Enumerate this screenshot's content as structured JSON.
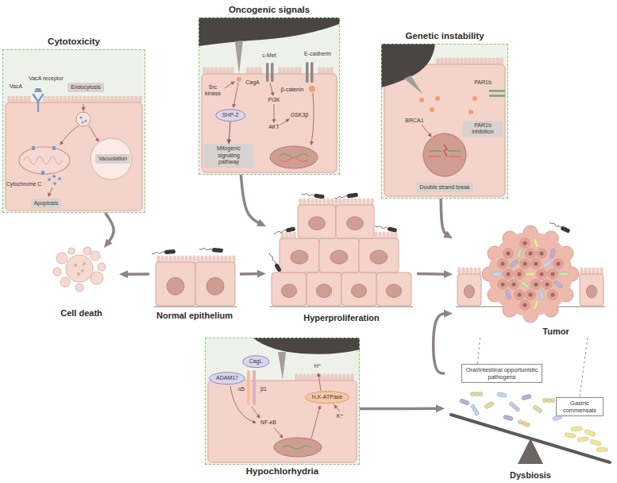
{
  "diagram": {
    "nodes": [
      {
        "text": [
          "Cytotoxicity"
        ]
      },
      {
        "text": [
          "Endocytosis"
        ],
        "in": 0
      },
      {
        "text": [
          "Vacuolation"
        ],
        "in": 0
      },
      {
        "text": [
          "Apoptosis"
        ],
        "in": 0
      },
      {
        "text": [
          "Oncogenic signals"
        ]
      },
      {
        "text": [
          "SHP-2"
        ],
        "in": 4
      },
      {
        "text": [
          "Mitogenic signaling pathway"
        ],
        "in": 4
      },
      {
        "text": [
          "Genetic instability"
        ]
      },
      {
        "text": [
          "PAR1b inhibition"
        ],
        "in": 7
      },
      {
        "text": [
          "Double strand break"
        ],
        "in": 7
      },
      {
        "text": [
          "Cell death"
        ]
      },
      {
        "text": [
          "Normal epithelium"
        ]
      },
      {
        "text": [
          "Hyperproliferation"
        ]
      },
      {
        "text": [
          "Tumor"
        ]
      },
      {
        "text": [
          "Hypochlorhydria"
        ]
      },
      {
        "text": [
          "CagL"
        ],
        "in": 14
      },
      {
        "text": [
          "ADAM17"
        ],
        "in": 14
      },
      {
        "text": [
          "H,K-ATPase"
        ],
        "in": 14
      },
      {
        "text": [
          "Dysbiosis"
        ]
      },
      {
        "text": [
          "Oral/intestinal opportunistic pathogens"
        ],
        "in": 18
      },
      {
        "text": [
          "Gastric commensals"
        ],
        "in": 18
      }
    ],
    "edges": [
      {
        "from": 11,
        "to": 10,
        "arrow": "to"
      },
      {
        "from": 11,
        "to": 12,
        "arrow": "to"
      },
      {
        "from": 12,
        "to": 13,
        "arrow": "to"
      },
      {
        "from": 0,
        "to": 10,
        "arrow": "to"
      },
      {
        "from": 4,
        "to": 12,
        "arrow": "to"
      },
      {
        "from": 7,
        "to": 13,
        "arrow": "to"
      },
      {
        "from": 14,
        "to": 18,
        "arrow": "to"
      },
      {
        "from": 18,
        "to": 13,
        "arrow": "to"
      },
      {
        "from": 5,
        "to": 6,
        "arrow": "to"
      },
      {
        "from": 13,
        "to": 19,
        "arrow": "none"
      },
      {
        "from": 13,
        "to": 20,
        "arrow": "none"
      }
    ],
    "labels": [
      "VacA",
      "VacA receptor",
      "Cytochrome C",
      "Src kinase",
      "CagA",
      "c-Met",
      "E-cadherin",
      "PI3K",
      "AKT",
      "GSK3β",
      "β-catenin",
      "PAR1b",
      "BRCA1",
      "α5",
      "β1",
      "NF-κB",
      "H⁺",
      "K⁺"
    ]
  }
}
